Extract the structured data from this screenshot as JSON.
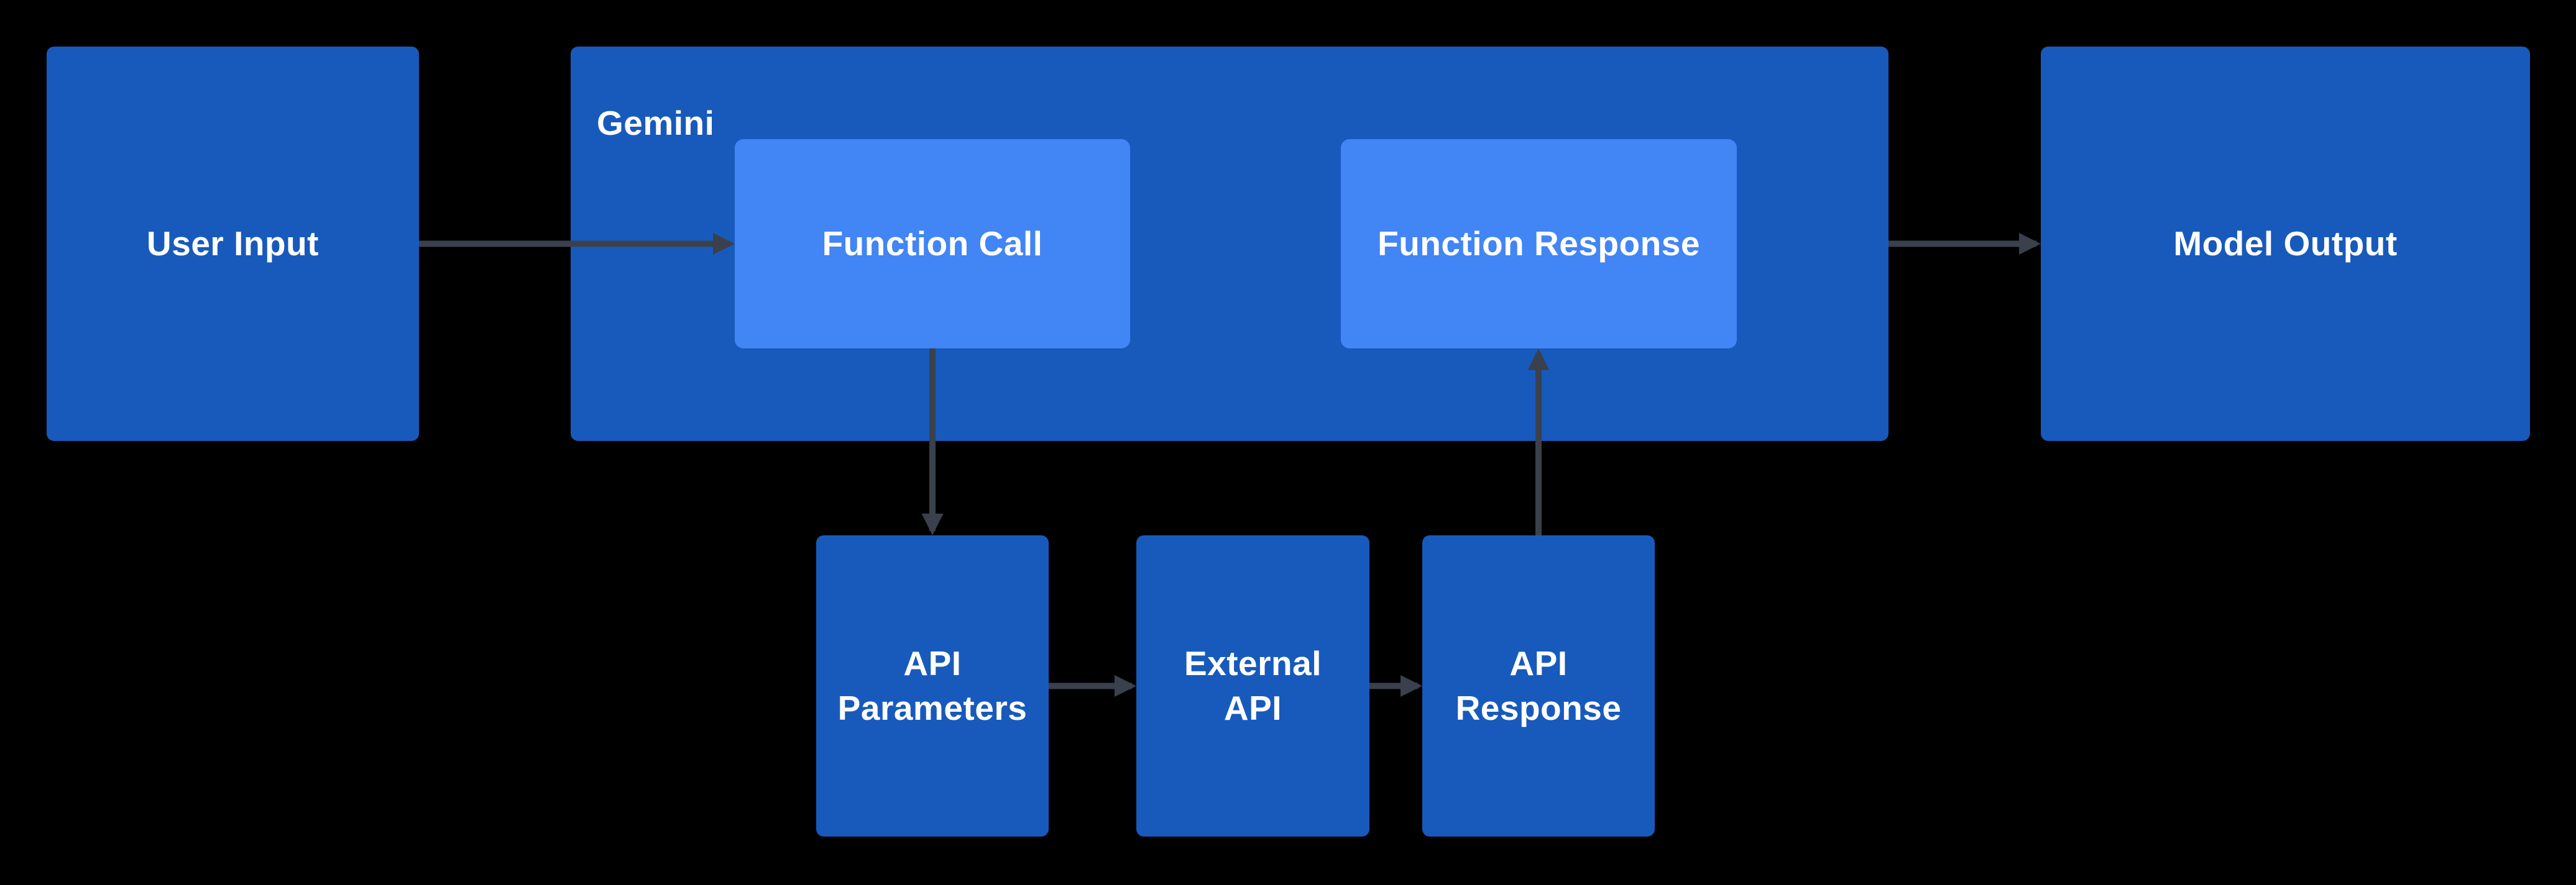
{
  "diagram": {
    "background": "#000000",
    "colors": {
      "box": "#185abc",
      "box_light": "#4285f4",
      "arrow": "#3a414c",
      "text": "#ffffff"
    },
    "nodes": {
      "user_input": {
        "label": "User Input"
      },
      "gemini": {
        "label": "Gemini"
      },
      "function_call": {
        "label": "Function Call"
      },
      "function_response": {
        "label": "Function Response"
      },
      "model_output": {
        "label": "Model Output"
      },
      "api_parameters": {
        "label": [
          "API",
          "Parameters"
        ]
      },
      "external_api": {
        "label": [
          "External",
          "API"
        ]
      },
      "api_response": {
        "label": [
          "API",
          "Response"
        ]
      }
    },
    "edges": [
      {
        "from": "user_input",
        "to": "function_call"
      },
      {
        "from": "function_call",
        "to": "api_parameters"
      },
      {
        "from": "api_parameters",
        "to": "external_api"
      },
      {
        "from": "external_api",
        "to": "api_response"
      },
      {
        "from": "api_response",
        "to": "function_response"
      },
      {
        "from": "gemini",
        "to": "model_output"
      }
    ]
  }
}
